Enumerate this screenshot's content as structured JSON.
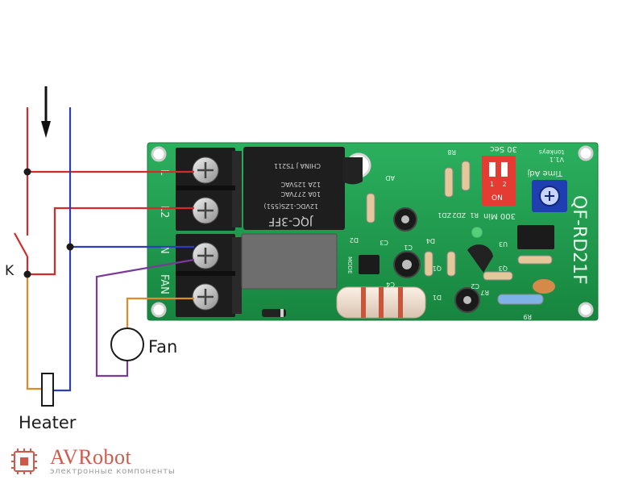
{
  "wiring": {
    "switch_label": "K",
    "fan_label": "Fan",
    "heater_label": "Heater"
  },
  "board": {
    "model": "QF-RD21F",
    "version": "V1.1",
    "maker": "tonkeys",
    "terminals": [
      "L",
      "L2",
      "N",
      "FAN"
    ],
    "relay_brand": "JQC-3FF",
    "relay_text": [
      "12VDC-1ZS(551)",
      "10A 277VAC",
      "12A 125VAC",
      "CHINA  J  TS211"
    ],
    "dip_label": "ON",
    "dip_numbers": [
      "1",
      "2"
    ],
    "time_adj": "Time Adj",
    "sec_label": "30 Sec",
    "min_label": "300 Min",
    "parts": [
      "R8",
      "R1",
      "ZD2",
      "ZD1",
      "D4",
      "D2",
      "C3",
      "C1",
      "C2",
      "C4",
      "D1",
      "Q1",
      "U3",
      "Q3",
      "R7",
      "R9",
      "MODE",
      "AD"
    ]
  },
  "watermark": {
    "brand": "AVRobot",
    "tagline": "электронные компоненты"
  },
  "colors": {
    "live": "#d42a2a",
    "neutral": "#2c3fb8",
    "heater_wire": "#e08a2c",
    "fan_wire_orange": "#e08a2c",
    "fan_wire_purple": "#7a3a9a",
    "pcb": "#1f9a4e",
    "brand": "#cf5a4c"
  }
}
